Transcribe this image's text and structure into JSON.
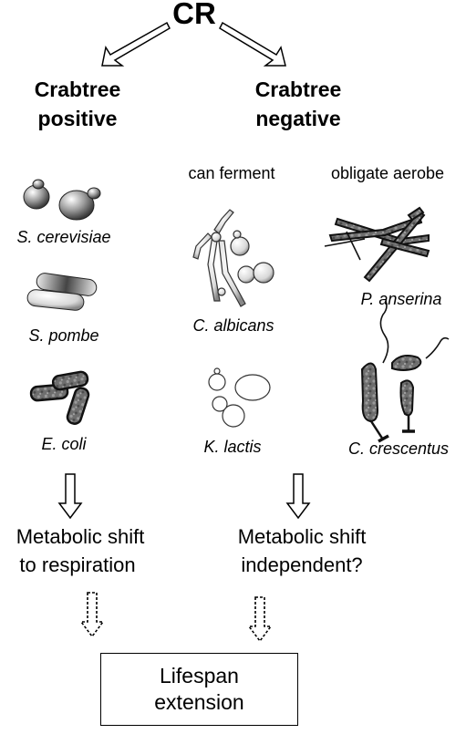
{
  "root": {
    "label": "CR"
  },
  "groups": {
    "positive": {
      "title_line1": "Crabtree",
      "title_line2": "positive"
    },
    "negative": {
      "title_line1": "Crabtree",
      "title_line2": "negative"
    }
  },
  "subgroups": {
    "ferment": "can ferment",
    "aerobe": "obligate aerobe"
  },
  "organisms": {
    "s_cerevisiae": "S. cerevisiae",
    "s_pombe": "S. pombe",
    "e_coli": "E. coli",
    "c_albicans": "C. albicans",
    "k_lactis": "K. lactis",
    "p_anserina": "P. anserina",
    "c_crescentus": "C. crescentus"
  },
  "outcomes": {
    "left_line1": "Metabolic shift",
    "left_line2": "to respiration",
    "right_line1": "Metabolic shift",
    "right_line2": "independent?"
  },
  "final": {
    "line1": "Lifespan",
    "line2": "extension"
  }
}
